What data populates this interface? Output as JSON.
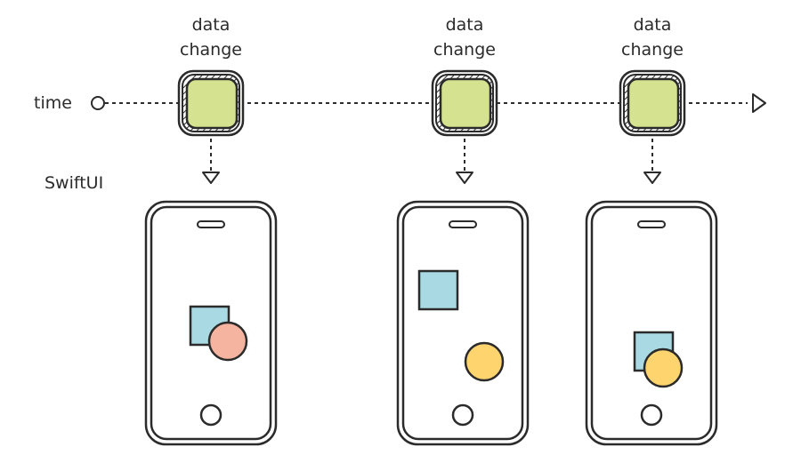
{
  "labels": {
    "time": "time",
    "swiftui": "SwiftUI"
  },
  "events": [
    {
      "line1": "data",
      "line2": "change"
    },
    {
      "line1": "data",
      "line2": "change"
    },
    {
      "line1": "data",
      "line2": "change"
    }
  ],
  "screens": [
    {
      "square_color": "#a9d9e2",
      "circle_color": "#f4b4a0",
      "overlap": true
    },
    {
      "square_color": "#a9d9e2",
      "circle_color": "#fdd46e",
      "overlap": false
    },
    {
      "square_color": "#a9d9e2",
      "circle_color": "#fdd46e",
      "overlap": true
    }
  ],
  "colors": {
    "stroke": "#2b2b2b",
    "event_fill": "#d5e28f",
    "square": "#a9d9e2",
    "circle_salmon": "#f4b4a0",
    "circle_yellow": "#fdd46e"
  }
}
